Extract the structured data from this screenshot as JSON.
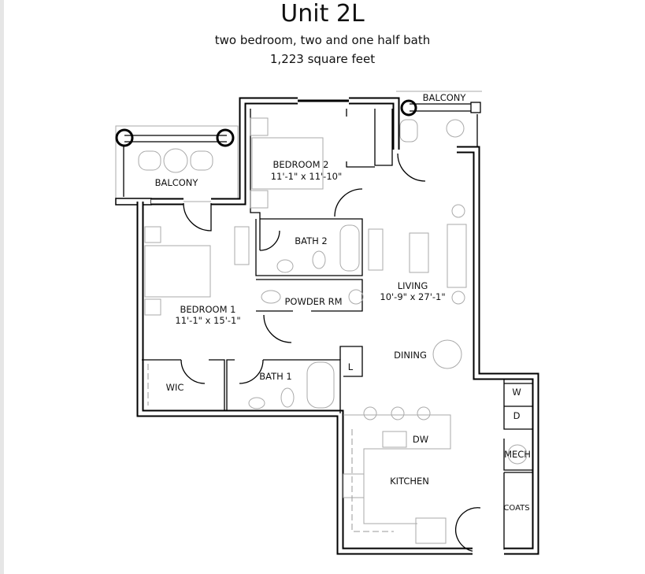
{
  "header": {
    "title": "Unit 2L",
    "subtitle": "two bedroom, two and one half bath",
    "area": "1,223 square feet"
  },
  "rooms": {
    "balcony_left": "BALCONY",
    "balcony_right": "BALCONY",
    "bedroom2": {
      "name": "BEDROOM 2",
      "size": "11'-1\" x 11'-10\""
    },
    "bedroom1": {
      "name": "BEDROOM 1",
      "size": "11'-1\" x 15'-1\""
    },
    "bath2": "BATH 2",
    "powder": "POWDER RM",
    "living": {
      "name": "LIVING",
      "size": "10'-9\" x 27'-1\""
    },
    "dining": "DINING",
    "wic": "WIC",
    "bath1": "BATH 1",
    "linen": "L",
    "kitchen": "KITCHEN",
    "dw": "DW",
    "washer": "W",
    "dryer": "D",
    "mech": "MECH",
    "coats": "COATS"
  }
}
